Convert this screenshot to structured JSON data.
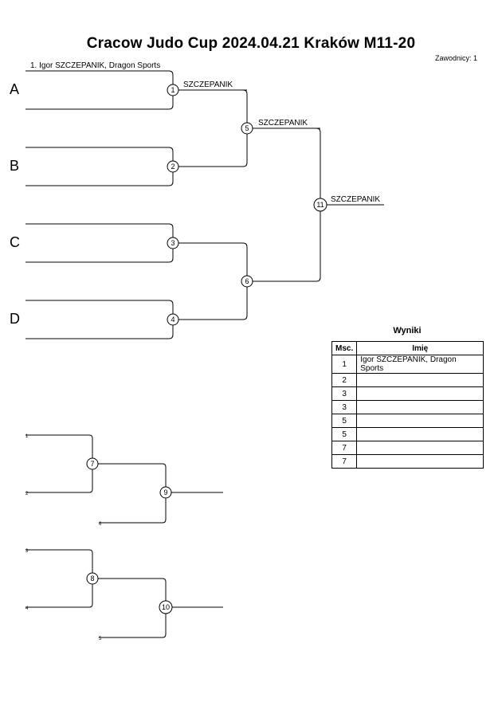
{
  "title": "Cracow Judo Cup  2024.04.21  Kraków    M11-20",
  "competitors_label": "Zawodnicy: 1",
  "pools": [
    "A",
    "B",
    "C",
    "D"
  ],
  "seed_entry": "1. Igor SZCZEPANIK, Dragon Sports",
  "advancers": {
    "match1": "SZCZEPANIK",
    "match5": "SZCZEPANIK",
    "match11": "SZCZEPANIK"
  },
  "match_numbers": [
    "1",
    "2",
    "3",
    "4",
    "5",
    "6",
    "11",
    "7",
    "9",
    "8",
    "10"
  ],
  "repechage_labels": {
    "r1_top": "1",
    "r1_mid": "2",
    "r1_bottom": "6",
    "r2_top": "3",
    "r2_mid": "4",
    "r2_bottom": "5"
  },
  "results": {
    "title": "Wyniki",
    "header_place": "Msc.",
    "header_name": "Imię",
    "rows": [
      {
        "place": "1",
        "name": "Igor SZCZEPANIK, Dragon Sports"
      },
      {
        "place": "2",
        "name": ""
      },
      {
        "place": "3",
        "name": ""
      },
      {
        "place": "3",
        "name": ""
      },
      {
        "place": "5",
        "name": ""
      },
      {
        "place": "5",
        "name": ""
      },
      {
        "place": "7",
        "name": ""
      },
      {
        "place": "7",
        "name": ""
      }
    ]
  }
}
